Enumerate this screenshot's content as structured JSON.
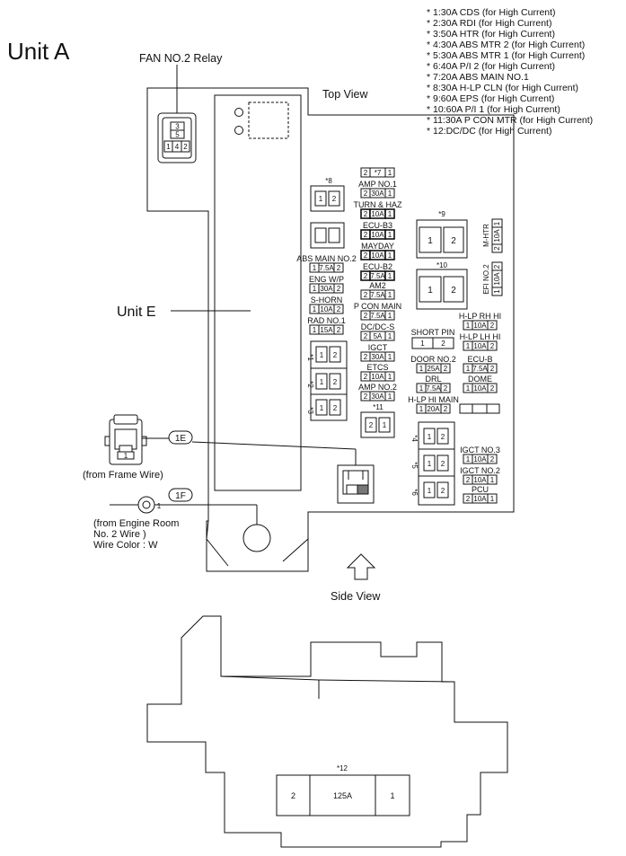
{
  "notes": [
    "* 1:30A CDS (for High Current)",
    "* 2:30A RDI (for High Current)",
    "* 3:50A HTR (for High Current)",
    "* 4:30A ABS MTR 2 (for High Current)",
    "* 5:30A ABS MTR 1 (for High Current)",
    "* 6:40A P/I 2 (for High Current)",
    "* 7:20A ABS MAIN NO.1",
    "* 8:30A H-LP CLN (for High Current)",
    "* 9:60A EPS (for High Current)",
    "* 10:60A P/I 1 (for High Current)",
    "* 11:30A P CON MTR (for High Current)",
    "* 12:DC/DC (for High Current)"
  ],
  "unit_a": "Unit A",
  "unit_e": "Unit E",
  "top_view": "Top View",
  "side_view": "Side View",
  "fan_relay": {
    "label": "FAN NO.2 Relay",
    "pins": [
      "3",
      "5",
      "1",
      "4",
      "2"
    ]
  },
  "connector_1e": {
    "tag": "1E",
    "pin": "1",
    "source": "(from Frame Wire)"
  },
  "connector_1f": {
    "tag": "1F",
    "pin": "1",
    "source_lines": [
      "(from Engine Room",
      "No. 2 Wire )",
      "Wire Color : W"
    ]
  },
  "fuses_col1": [
    {
      "name": "AMP NO.1",
      "left": "2",
      "amp": "30A",
      "right": "1"
    },
    {
      "name": "TURN & HAZ",
      "left": "2",
      "amp": "10A",
      "right": "1"
    },
    {
      "name": "ECU-B3",
      "left": "2",
      "amp": "10A",
      "right": "1"
    },
    {
      "name": "MAYDAY",
      "left": "2",
      "amp": "10A",
      "right": "1"
    },
    {
      "name": "ECU-B2",
      "left": "2",
      "amp": "7.5A",
      "right": "1"
    },
    {
      "name": "AM2",
      "left": "2",
      "amp": "7.5A",
      "right": "1"
    },
    {
      "name": "P CON MAIN",
      "left": "2",
      "amp": "7.5A",
      "right": "1"
    },
    {
      "name": "DC/DC-S",
      "left": "2",
      "amp": "5A",
      "right": "1"
    },
    {
      "name": "IGCT",
      "left": "2",
      "amp": "30A",
      "right": "1"
    },
    {
      "name": "ETCS",
      "left": "2",
      "amp": "10A",
      "right": "1"
    },
    {
      "name": "AMP NO.2",
      "left": "2",
      "amp": "30A",
      "right": "1"
    }
  ],
  "fuse_star7": {
    "left": "2",
    "name": "*7",
    "right": "1"
  },
  "fuses_left": [
    {
      "name": "ABS MAIN NO.2",
      "left": "1",
      "amp": "7.5A",
      "right": "2"
    },
    {
      "name": "ENG W/P",
      "left": "1",
      "amp": "30A",
      "right": "2"
    },
    {
      "name": "S-HORN",
      "left": "1",
      "amp": "10A",
      "right": "2"
    },
    {
      "name": "RAD NO.1",
      "left": "1",
      "amp": "15A",
      "right": "2"
    }
  ],
  "fuses_right": [
    {
      "name": "H-LP RH HI",
      "left": "1",
      "amp": "10A",
      "right": "2"
    },
    {
      "name": "H-LP LH HI",
      "left": "1",
      "amp": "10A",
      "right": "2"
    },
    {
      "name": "DOOR NO.2",
      "left": "1",
      "amp": "25A",
      "right": "2"
    },
    {
      "name": "ECU-B",
      "left": "1",
      "amp": "7.5A",
      "right": "2"
    },
    {
      "name": "DRL",
      "left": "1",
      "amp": "7.5A",
      "right": "2"
    },
    {
      "name": "DOME",
      "left": "1",
      "amp": "10A",
      "right": "2"
    },
    {
      "name": "H-LP HI MAIN",
      "left": "1",
      "amp": "20A",
      "right": "2"
    },
    {
      "name": "IGCT NO.3",
      "left": "1",
      "amp": "10A",
      "right": "2"
    },
    {
      "name": "IGCT NO.2",
      "left": "2",
      "amp": "10A",
      "right": "1"
    },
    {
      "name": "PCU",
      "left": "2",
      "amp": "10A",
      "right": "1"
    }
  ],
  "fuse_mhtr": {
    "name": "M-HTR",
    "left": "2",
    "amp": "10A",
    "right": "1"
  },
  "fuse_efi2": {
    "name": "EFI NO.2",
    "left": "1",
    "amp": "10A",
    "right": "2"
  },
  "short_pin": {
    "name": "SHORT PIN",
    "left": "1",
    "right": "2"
  },
  "big_fuses": [
    {
      "tag": "*1",
      "left": "1",
      "right": "2"
    },
    {
      "tag": "*2",
      "left": "1",
      "right": "2"
    },
    {
      "tag": "*3",
      "left": "1",
      "right": "2"
    },
    {
      "tag": "*4",
      "left": "1",
      "right": "2"
    },
    {
      "tag": "*5",
      "left": "1",
      "right": "2"
    },
    {
      "tag": "*6",
      "left": "1",
      "right": "2"
    },
    {
      "tag": "*8",
      "left": "1",
      "right": "2"
    },
    {
      "tag": "*9",
      "left": "1",
      "right": "2"
    },
    {
      "tag": "*10",
      "left": "1",
      "right": "2"
    },
    {
      "tag": "*11",
      "left": "2",
      "right": "1"
    }
  ],
  "side_fuse": {
    "tag": "*12",
    "left": "2",
    "amp": "125A",
    "right": "1"
  }
}
